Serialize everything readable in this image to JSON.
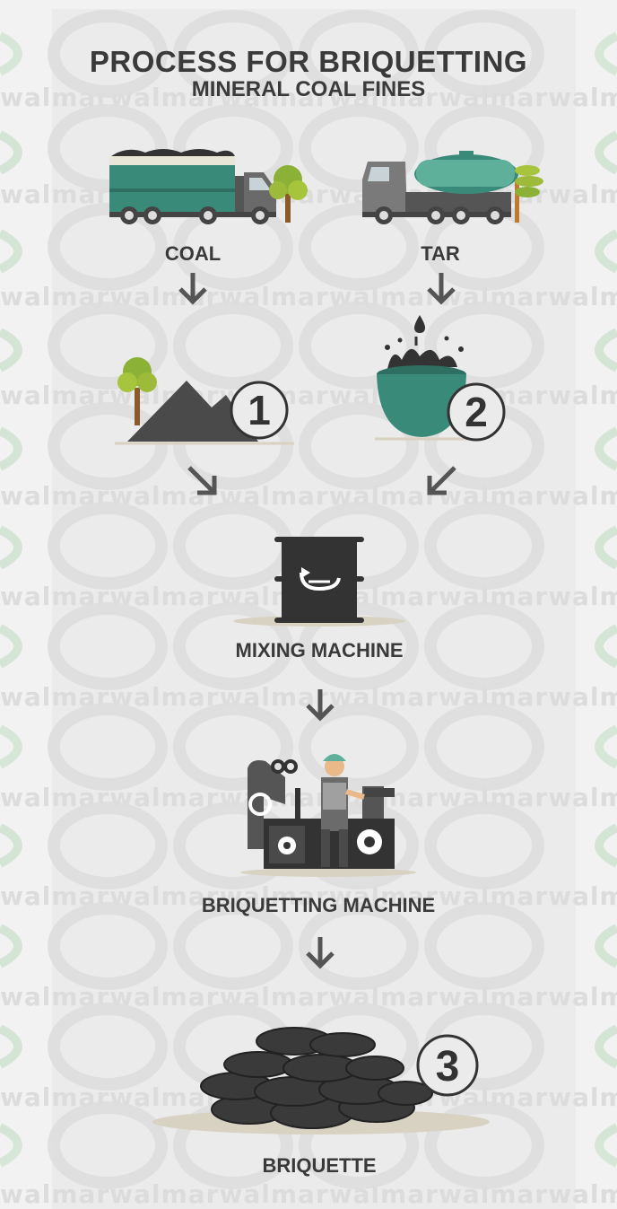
{
  "title": "PROCESS FOR BRIQUETTING",
  "subtitle": "MINERAL COAL FINES",
  "watermark_text": "walmarwalmarwalmarwalmarwalmarwalmarwalmar",
  "inputs": {
    "coal": {
      "label": "COAL",
      "icon": "coal-truck-icon"
    },
    "tar": {
      "label": "TAR",
      "icon": "tar-tanker-icon"
    }
  },
  "steps": [
    {
      "number": "1",
      "icon": "coal-pile-icon"
    },
    {
      "number": "2",
      "icon": "tar-bowl-icon"
    },
    {
      "number": "3",
      "icon": "briquette-pile-icon"
    }
  ],
  "mixing": {
    "label": "MIXING MACHINE",
    "icon": "mixing-drum-icon"
  },
  "briquetting": {
    "label": "BRIQUETTING MACHINE",
    "icon": "briquetting-machine-icon"
  },
  "product": {
    "label": "BRIQUETTE"
  },
  "colors": {
    "teal": "#3a8a7a",
    "teal_light": "#5fb09a",
    "dark": "#333333",
    "arrow": "#555555"
  }
}
